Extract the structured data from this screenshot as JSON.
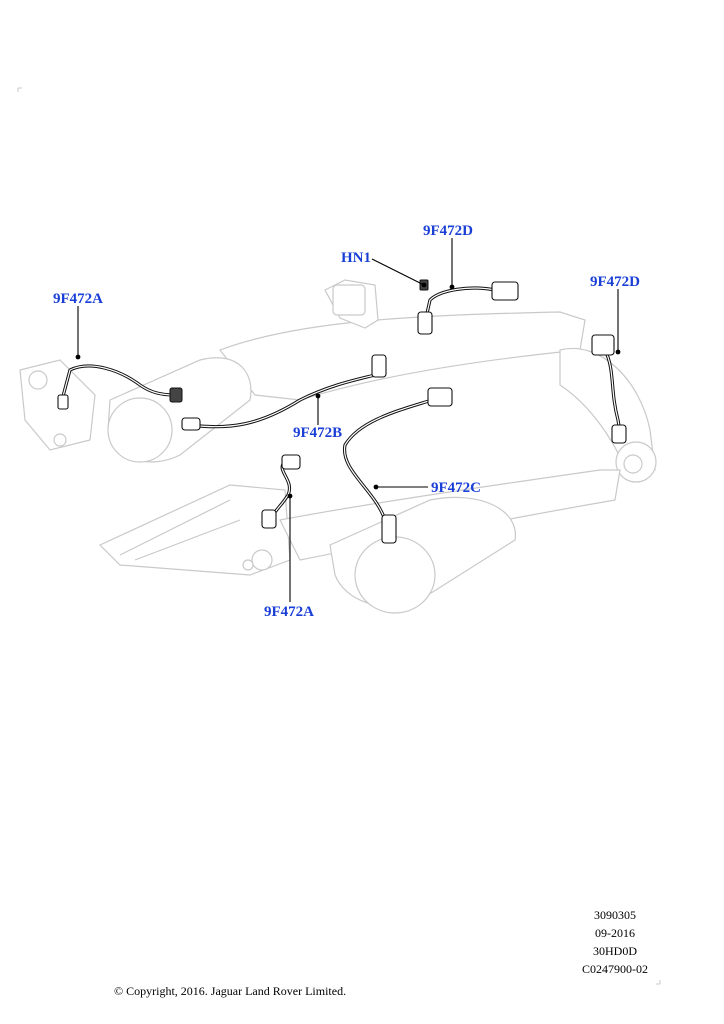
{
  "diagram": {
    "callouts": {
      "left_upper_a": "9F472A",
      "hn1": "HN1",
      "top_d": "9F472D",
      "right_d": "9F472D",
      "mid_b": "9F472B",
      "mid_c": "9F472C",
      "lower_a": "9F472A"
    }
  },
  "footer": {
    "ref_lines": [
      "3090305",
      "09-2016",
      "30HD0D",
      "C0247900-02"
    ],
    "copyright": "© Copyright, 2016. Jaguar Land Rover Limited."
  },
  "colors": {
    "callout": "#1a3fd6",
    "ghost_outline": "#c9c9c9",
    "harness": "#111111"
  }
}
